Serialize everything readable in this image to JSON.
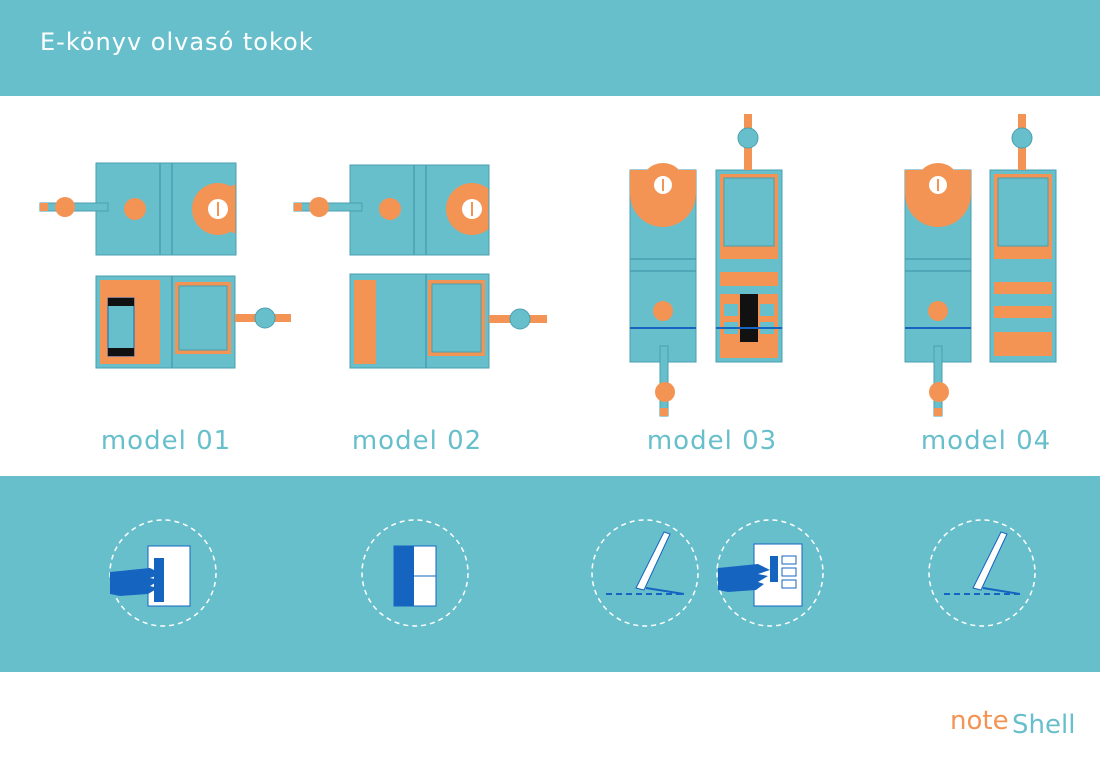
{
  "header": {
    "title": "E-könyv olvasó tokok"
  },
  "models": [
    {
      "label": "model 01"
    },
    {
      "label": "model 02"
    },
    {
      "label": "model 03"
    },
    {
      "label": "model 04"
    }
  ],
  "logo": {
    "part1": "note",
    "part2": "Shell"
  },
  "colors": {
    "teal": "#68bfcc",
    "orange": "#f39454",
    "blue": "#1565c0",
    "dark": "#111111",
    "white": "#ffffff"
  }
}
